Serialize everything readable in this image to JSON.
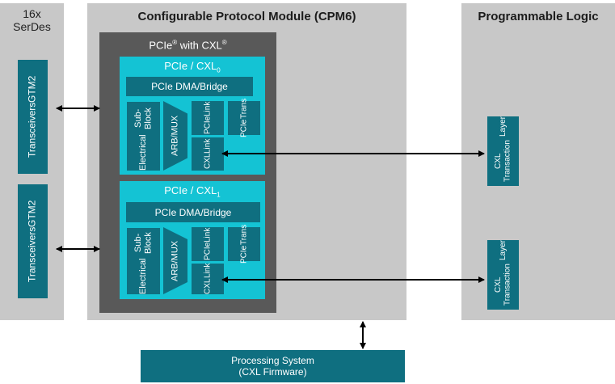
{
  "serdes": {
    "count": "16x",
    "label": "SerDes",
    "transceivers": [
      {
        "line1": "Transceivers",
        "line2": "GTM2"
      },
      {
        "line1": "Transceivers",
        "line2": "GTM2"
      }
    ]
  },
  "cpm": {
    "title": "Configurable Protocol Module (CPM6)",
    "pcie_cxl": {
      "title": "PCIe",
      "title_sup": "®",
      "title_mid": " with CXL",
      "title_sup2": "®"
    },
    "controllers": [
      {
        "name": "PCIe / CXL",
        "sub": "0",
        "dma": "PCIe DMA/Bridge",
        "electrical": [
          "Electrical",
          "Sub-Block"
        ],
        "arb": "ARB/MUX",
        "pcie_link": [
          "PCIe",
          "Link"
        ],
        "pcie_trans": [
          "PCIe",
          "Trans"
        ],
        "cxl_link": [
          "CXL",
          "Link"
        ]
      },
      {
        "name": "PCIe / CXL",
        "sub": "1",
        "dma": "PCIe DMA/Bridge",
        "electrical": [
          "Electrical",
          "Sub-Block"
        ],
        "arb": "ARB/MUX",
        "pcie_link": [
          "PCIe",
          "Link"
        ],
        "pcie_trans": [
          "PCIe",
          "Trans"
        ],
        "cxl_link": [
          "CXL",
          "Link"
        ]
      }
    ]
  },
  "pl": {
    "title": "Programmable Logic",
    "layers": [
      {
        "line1": "CXL Transaction",
        "line2": "Layer"
      },
      {
        "line1": "CXL Transaction",
        "line2": "Layer"
      }
    ]
  },
  "ps": {
    "line1": "Processing System",
    "line2": "(CXL Firmware)"
  },
  "colors": {
    "panel_gray": "#c8c8c8",
    "module_dark": "#595959",
    "controller_cyan": "#14c3d4",
    "block_teal": "#0f6f80"
  }
}
